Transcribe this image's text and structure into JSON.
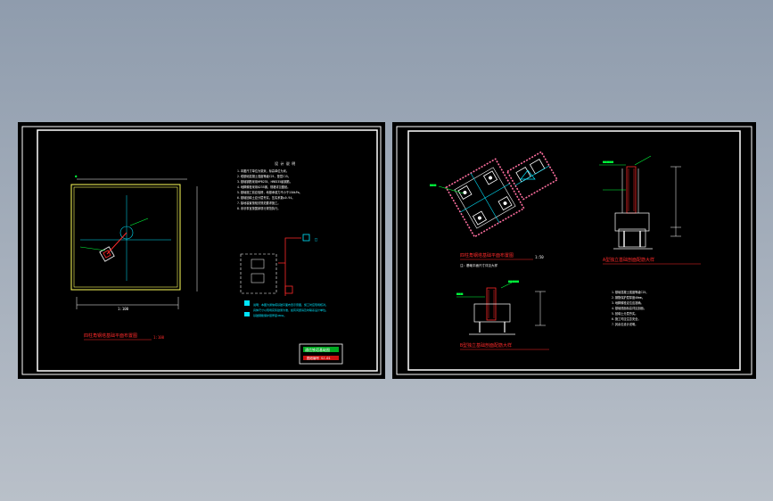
{
  "viewer": {
    "background": "#a3adba"
  },
  "colors": {
    "frame": "#ffffff",
    "cyan": "#00e5ff",
    "green": "#00ff3c",
    "red": "#ff2a2a",
    "yellow": "#ffff5a",
    "white": "#ffffff",
    "gray": "#bdbdbd",
    "pink": "#ff6fa0"
  },
  "sheet_left": {
    "notes_heading": "设 计 说 明",
    "notes_lines": [
      "1.本图尺寸单位为毫米，标高单位为米。",
      "2.塔基础混凝土强度等级C25，垫层C15。",
      "3.基础钢筋采用HPB235、HRB335级钢筋。",
      "4.地脚螺栓采用Q235钢，规格详见图纸。",
      "5.基础施工前应验槽，地基承载力不小于150kPa。",
      "6.基础回填土应分层夯实，压实系数≥0.94。",
      "7.接地装置按相关规范要求施工。",
      "8.未尽事宜按国家现行规范执行。"
    ],
    "legend_lines": [
      "说明：本图为通信塔基础平面布置示意图，施工时应现场核对。",
      "具体尺寸以现场实际勘测为准，如有问题请及时联系设计单位。",
      "基础钢筋保护层厚度40mm。"
    ],
    "dim_label": "1:100",
    "plan_title": "四柱角钢塔基础平面布置图",
    "plan_scale": "1:100",
    "title_block_line1": "通信铁塔基础图",
    "title_block_line2": "图纸编号 SJ-01"
  },
  "sheet_right": {
    "plan_title": "四柱角钢塔基础平面布置图",
    "plan_scale": "1:50",
    "plan_subtitle": "注：基础平面尺寸详见大样",
    "section_a_title": "A型独立基础剖面配筋大样",
    "section_b_title": "B型独立基础剖面配筋大样",
    "notes_lines": [
      "1.基础混凝土强度等级C25。",
      "2.钢筋保护层厚度40mm。",
      "3.地脚螺栓定位应准确。",
      "4.基础底面标高详见剖面。",
      "5.回填土分层夯实。",
      "6.施工时应注意安全。",
      "7.其余见设计说明。"
    ]
  }
}
